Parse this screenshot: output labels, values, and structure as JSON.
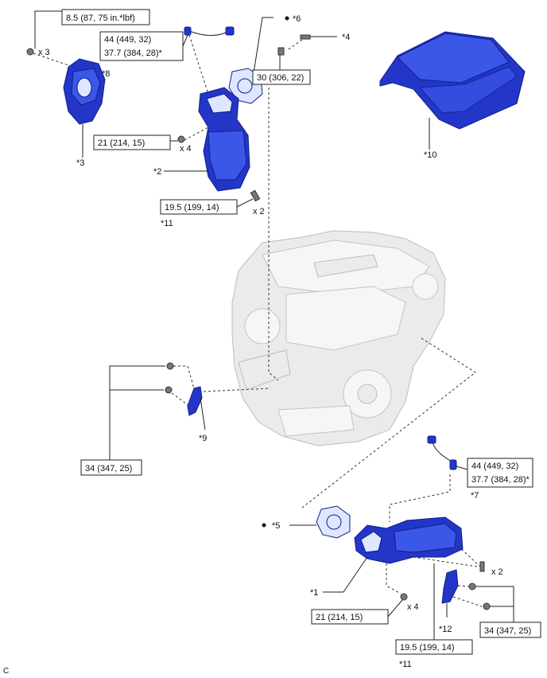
{
  "torque": {
    "t1": "8.5 (87, 75 in.*lbf)",
    "t2a": "44 (449, 32)",
    "t2b": "37.7 (384, 28)*",
    "t3": "30 (306, 22)",
    "t4": "21 (214, 15)",
    "t5": "19.5 (199, 14)",
    "t6": "34 (347, 25)",
    "t7a": "44 (449, 32)",
    "t7b": "37.7 (384, 28)*",
    "t8": "21 (214, 15)",
    "t9": "19.5 (199, 14)",
    "t10": "34 (347, 25)"
  },
  "qty": {
    "q1": "x 3",
    "q2": "x 4",
    "q3": "x 2",
    "q4": "x 2",
    "q5": "x 4"
  },
  "callouts": {
    "c1": "*1",
    "c2": "*2",
    "c3": "*3",
    "c4": "*4",
    "c5": "*5",
    "c6": "*6",
    "c7": "*7",
    "c8": "*8",
    "c9": "*9",
    "c10": "*10",
    "c11a": "*11",
    "c11b": "*11",
    "c12": "*12"
  },
  "figure_code": "C"
}
